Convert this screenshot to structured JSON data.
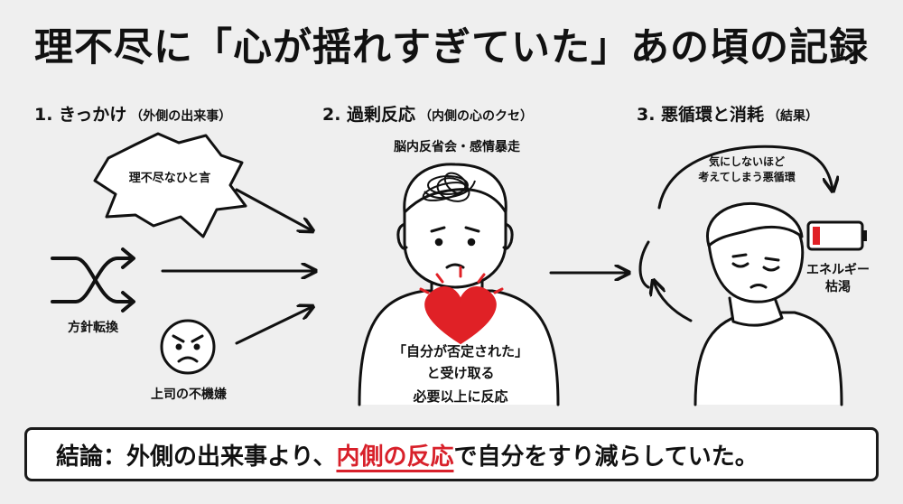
{
  "title": "理不尽に「心が揺れすぎていた」あの頃の記録",
  "sections": [
    {
      "heading": "1. きっかけ",
      "sub": "（外側の出来事）"
    },
    {
      "heading": "2. 過剰反応",
      "sub": "（内側の心のクセ）"
    },
    {
      "heading": "3. 悪循環と消耗",
      "sub": "（結果）"
    }
  ],
  "triggers": {
    "speech": "理不尽なひと言",
    "shuffle": "方針転換",
    "angry": "上司の不機嫌"
  },
  "reaction": {
    "head_caption": "脳内反省会・感情暴走",
    "heart_line1": "「自分が否定された」",
    "heart_line2": "と受け取る",
    "heart_line3": "必要以上に反応"
  },
  "cycle": {
    "loop_line1": "気にしないほど",
    "loop_line2": "考えてしまう悪循環",
    "battery_line1": "エネルギー",
    "battery_line2": "枯渇"
  },
  "conclusion": {
    "prefix": "結論：外側の出来事より、",
    "highlight": "内側の反応",
    "suffix": "で自分をすり減らしていた。"
  },
  "colors": {
    "accent_red": "#d8202a",
    "ink": "#111111",
    "background": "#efefef"
  }
}
